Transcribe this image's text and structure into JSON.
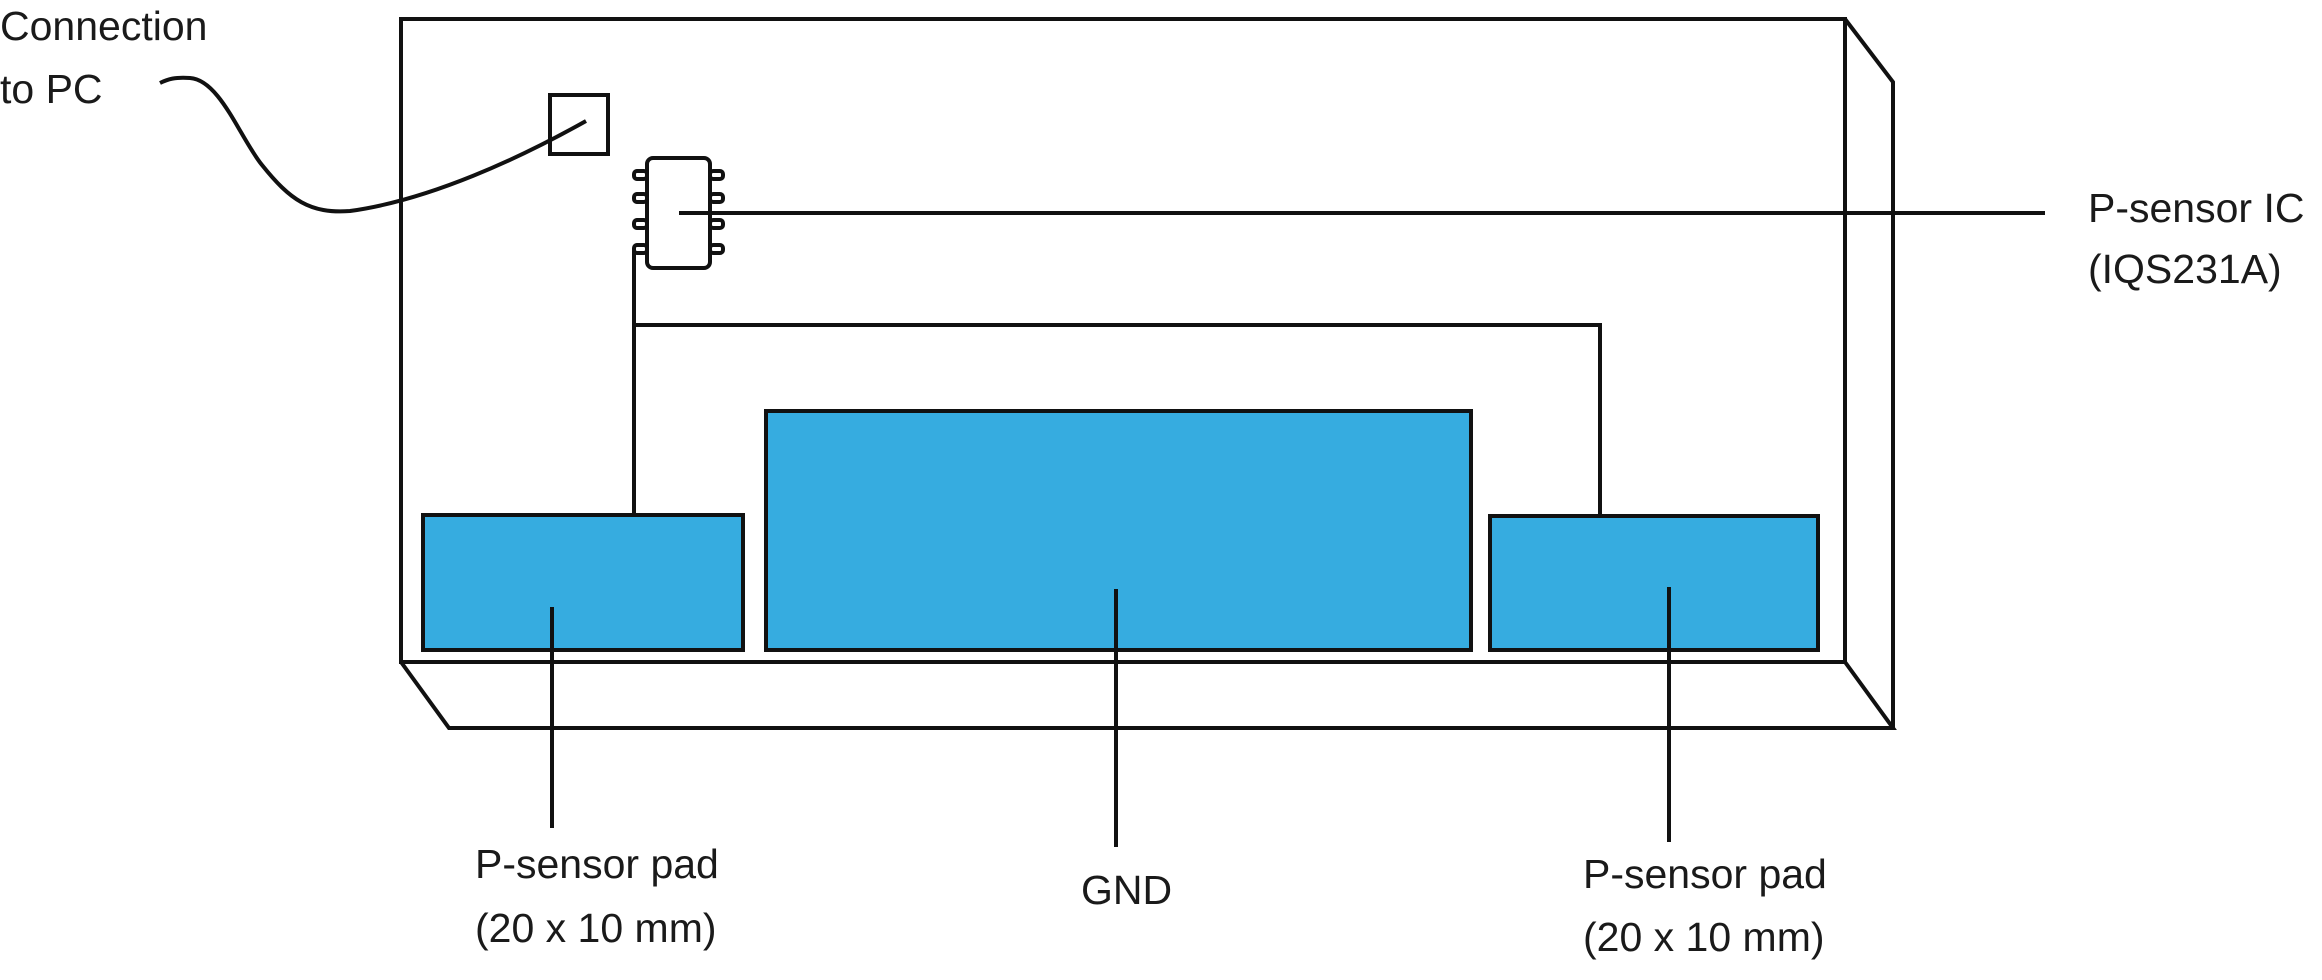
{
  "labels": {
    "connection": [
      "Connection",
      "to PC"
    ],
    "sensor_ic": [
      "P-sensor IC",
      "(IQS231A)"
    ],
    "pad_left": [
      "P-sensor pad",
      "(20 x 10 mm)"
    ],
    "gnd": "GND",
    "pad_right": [
      "P-sensor pad",
      "(20 x 10 mm)"
    ]
  },
  "colors": {
    "pad_fill": "#36ace0",
    "line": "#111111"
  }
}
